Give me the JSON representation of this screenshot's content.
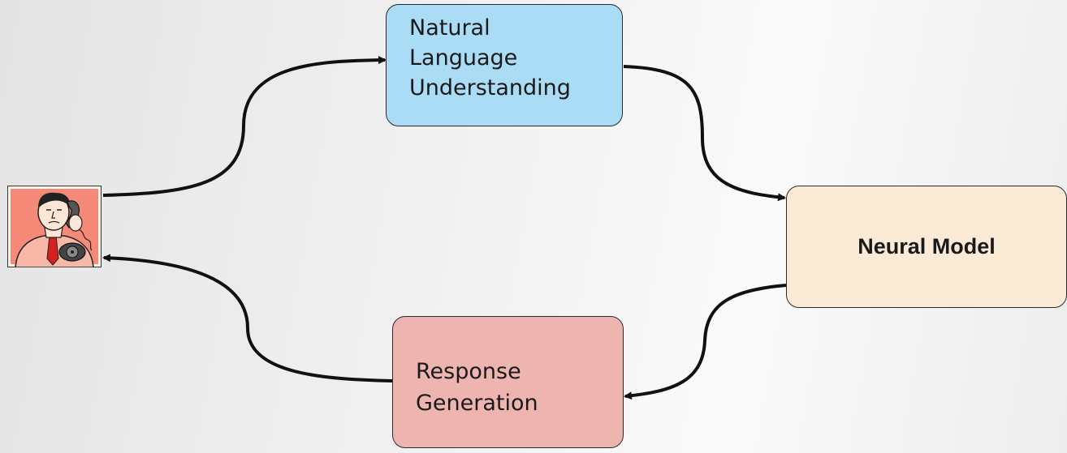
{
  "nodes": {
    "nlu": {
      "lines": [
        "Natural",
        "Language",
        "Understanding"
      ]
    },
    "neural_model": {
      "label": "Neural Model"
    },
    "response_generation": {
      "lines": [
        "Response",
        "Generation"
      ]
    }
  },
  "user": {
    "icon": "person-on-phone-icon"
  },
  "colors": {
    "nlu_fill": "#aadcf5",
    "neural_fill": "#faead6",
    "response_fill": "#eeb4b0",
    "user_fill": "#f58a78"
  }
}
